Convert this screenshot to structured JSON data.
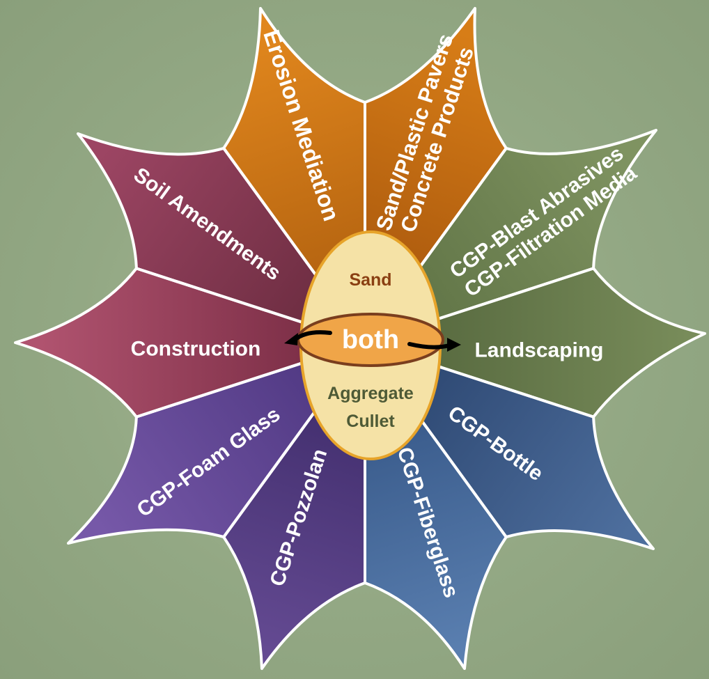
{
  "colors": {
    "background": "#96aa86",
    "outline": "#ffffff",
    "hub_fill": "#f5e2a6",
    "hub_border": "#e7a42a",
    "band_fill": "#f0a548",
    "band_border": "#7a3e1e",
    "sand_text": "#8a3f12",
    "aggregate_text": "#4e5a36",
    "both_text": "#ffffff"
  },
  "hub": {
    "top_label": "Sand",
    "center_label": "both",
    "bottom_lines": [
      "Aggregate",
      "Cullet"
    ]
  },
  "segments": [
    {
      "id": "erosion",
      "lines": [
        "Erosion Mediation"
      ],
      "color_dark": "#b0600f",
      "color_light": "#e0861d"
    },
    {
      "id": "sand-plastic",
      "lines": [
        "Sand/Plastic Pavers",
        "Concrete Products"
      ],
      "color_dark": "#a8570d",
      "color_light": "#d77d17"
    },
    {
      "id": "cgp-blast",
      "lines": [
        "CGP-Blast Abrasives",
        "CGP-Filtration Media"
      ],
      "color_dark": "#5f7345",
      "color_light": "#7f9361"
    },
    {
      "id": "landscaping",
      "lines": [
        "Landscaping"
      ],
      "color_dark": "#56683e",
      "color_light": "#788c5a"
    },
    {
      "id": "cgp-bottle",
      "lines": [
        "CGP-Bottle"
      ],
      "color_dark": "#2c4670",
      "color_light": "#4d6e9d"
    },
    {
      "id": "cgp-fiberglass",
      "lines": [
        "CGP-Fiberglass"
      ],
      "color_dark": "#345585",
      "color_light": "#5a7fb0"
    },
    {
      "id": "cgp-pozzolan",
      "lines": [
        "CGP-Pozzolan"
      ],
      "color_dark": "#3f2c6b",
      "color_light": "#644a92"
    },
    {
      "id": "cgp-foam-glass",
      "lines": [
        "CGP-Foam Glass"
      ],
      "color_dark": "#4f3882",
      "color_light": "#7658a8"
    },
    {
      "id": "construction",
      "lines": [
        "Construction"
      ],
      "color_dark": "#7a2d45",
      "color_light": "#b0536f"
    },
    {
      "id": "soil-amendments",
      "lines": [
        "Soil Amendments"
      ],
      "color_dark": "#6b2c40",
      "color_light": "#9c4563"
    }
  ]
}
